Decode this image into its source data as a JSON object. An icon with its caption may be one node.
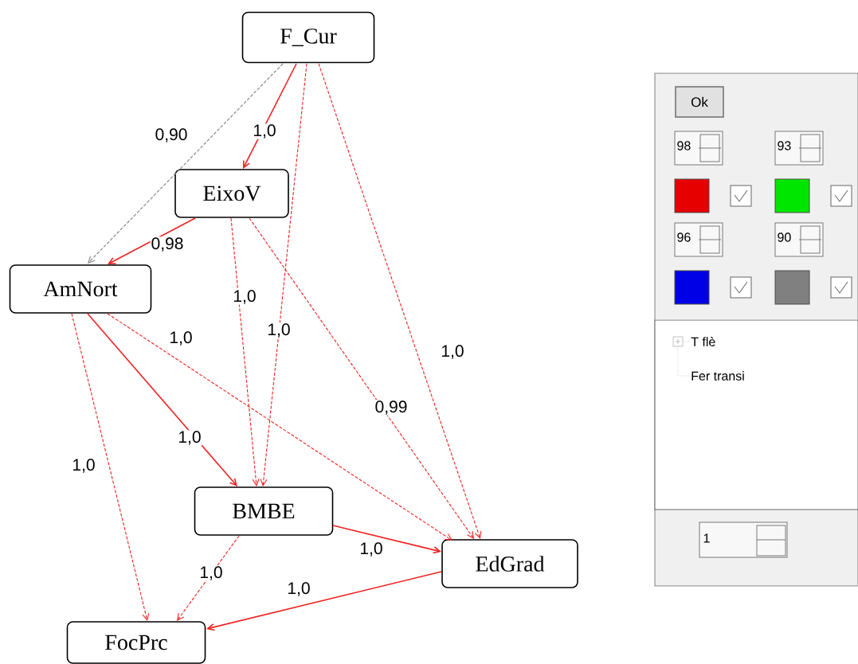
{
  "diagram": {
    "nodes": [
      {
        "text": [
          "F_Cur"
        ]
      },
      {
        "text": [
          "EixoV"
        ]
      },
      {
        "text": [
          "AmNort"
        ]
      },
      {
        "text": [
          "BMBE"
        ]
      },
      {
        "text": [
          "EdGrad"
        ]
      },
      {
        "text": [
          "FocPrc"
        ]
      }
    ],
    "edges": [
      {
        "from": 0,
        "to": 2,
        "arrow": "to",
        "label": "0,90",
        "style": "dashed",
        "color": "#808080"
      },
      {
        "from": 0,
        "to": 1,
        "arrow": "to",
        "label": "1,0"
      },
      {
        "from": 0,
        "to": 3,
        "arrow": "to",
        "label": "1,0",
        "style": "dashed"
      },
      {
        "from": 0,
        "to": 4,
        "arrow": "to",
        "label": "1,0",
        "style": "dashed"
      },
      {
        "from": 1,
        "to": 2,
        "arrow": "to",
        "label": "0,98"
      },
      {
        "from": 1,
        "to": 3,
        "arrow": "to",
        "label": "1,0",
        "style": "dashed"
      },
      {
        "from": 1,
        "to": 4,
        "arrow": "to",
        "label": "0,99",
        "style": "dashed"
      },
      {
        "from": 2,
        "to": 3,
        "arrow": "to",
        "label": "1,0"
      },
      {
        "from": 2,
        "to": 4,
        "arrow": "to",
        "label": "1,0",
        "style": "dashed"
      },
      {
        "from": 2,
        "to": 5,
        "arrow": "to",
        "label": "1,0",
        "style": "dashed"
      },
      {
        "from": 3,
        "to": 4,
        "arrow": "to",
        "label": "1,0"
      },
      {
        "from": 3,
        "to": 5,
        "arrow": "to",
        "label": "1,0",
        "style": "dashed"
      },
      {
        "from": 4,
        "to": 5,
        "arrow": "to",
        "label": "1,0"
      }
    ],
    "labels": [
      "Ok",
      "98",
      "93",
      "96",
      "90",
      "T flè",
      "Fer transi",
      "1"
    ]
  }
}
